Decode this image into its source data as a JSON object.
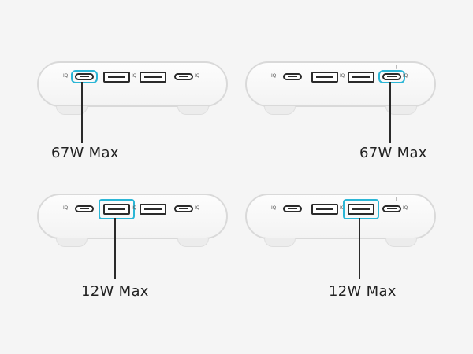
{
  "diagrams": [
    {
      "label": "67W Max",
      "highlighted_port": "USB-C 1"
    },
    {
      "label": "67W Max",
      "highlighted_port": "USB-C 2"
    },
    {
      "label": "12W Max",
      "highlighted_port": "USB-A 1"
    },
    {
      "label": "12W Max",
      "highlighted_port": "USB-A 2"
    }
  ],
  "port_marking": "IQ",
  "colors": {
    "highlight": "#2bb6d6",
    "device_body": "#fafafa",
    "device_outline": "#d9d9d9",
    "port": "#2b2b2b",
    "background": "#f5f5f5"
  }
}
